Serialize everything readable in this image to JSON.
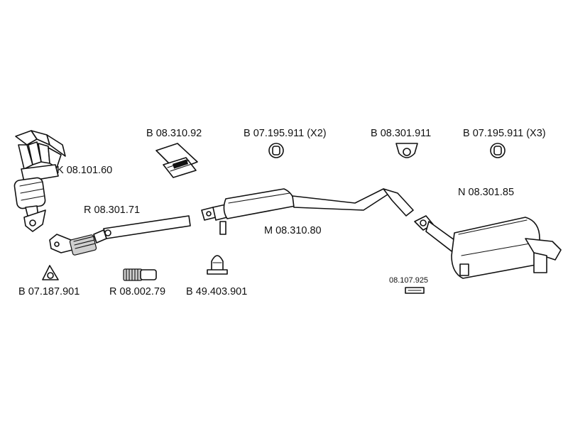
{
  "labels": {
    "k_08_101_60": "K 08.101.60",
    "r_08_301_71": "R 08.301.71",
    "b_07_187_901": "B 07.187.901",
    "r_08_002_79": "R 08.002.79",
    "b_49_403_901": "B 49.403.901",
    "b_08_310_92": "B 08.310.92",
    "b_07_195_911_x2": "B 07.195.911 (X2)",
    "b_08_301_911": "B 08.301.911",
    "b_07_195_911_x3": "B 07.195.911 (X3)",
    "m_08_310_80": "M 08.310.80",
    "n_08_301_85": "N 08.301.85",
    "p_08_107_925": "08.107.925"
  }
}
